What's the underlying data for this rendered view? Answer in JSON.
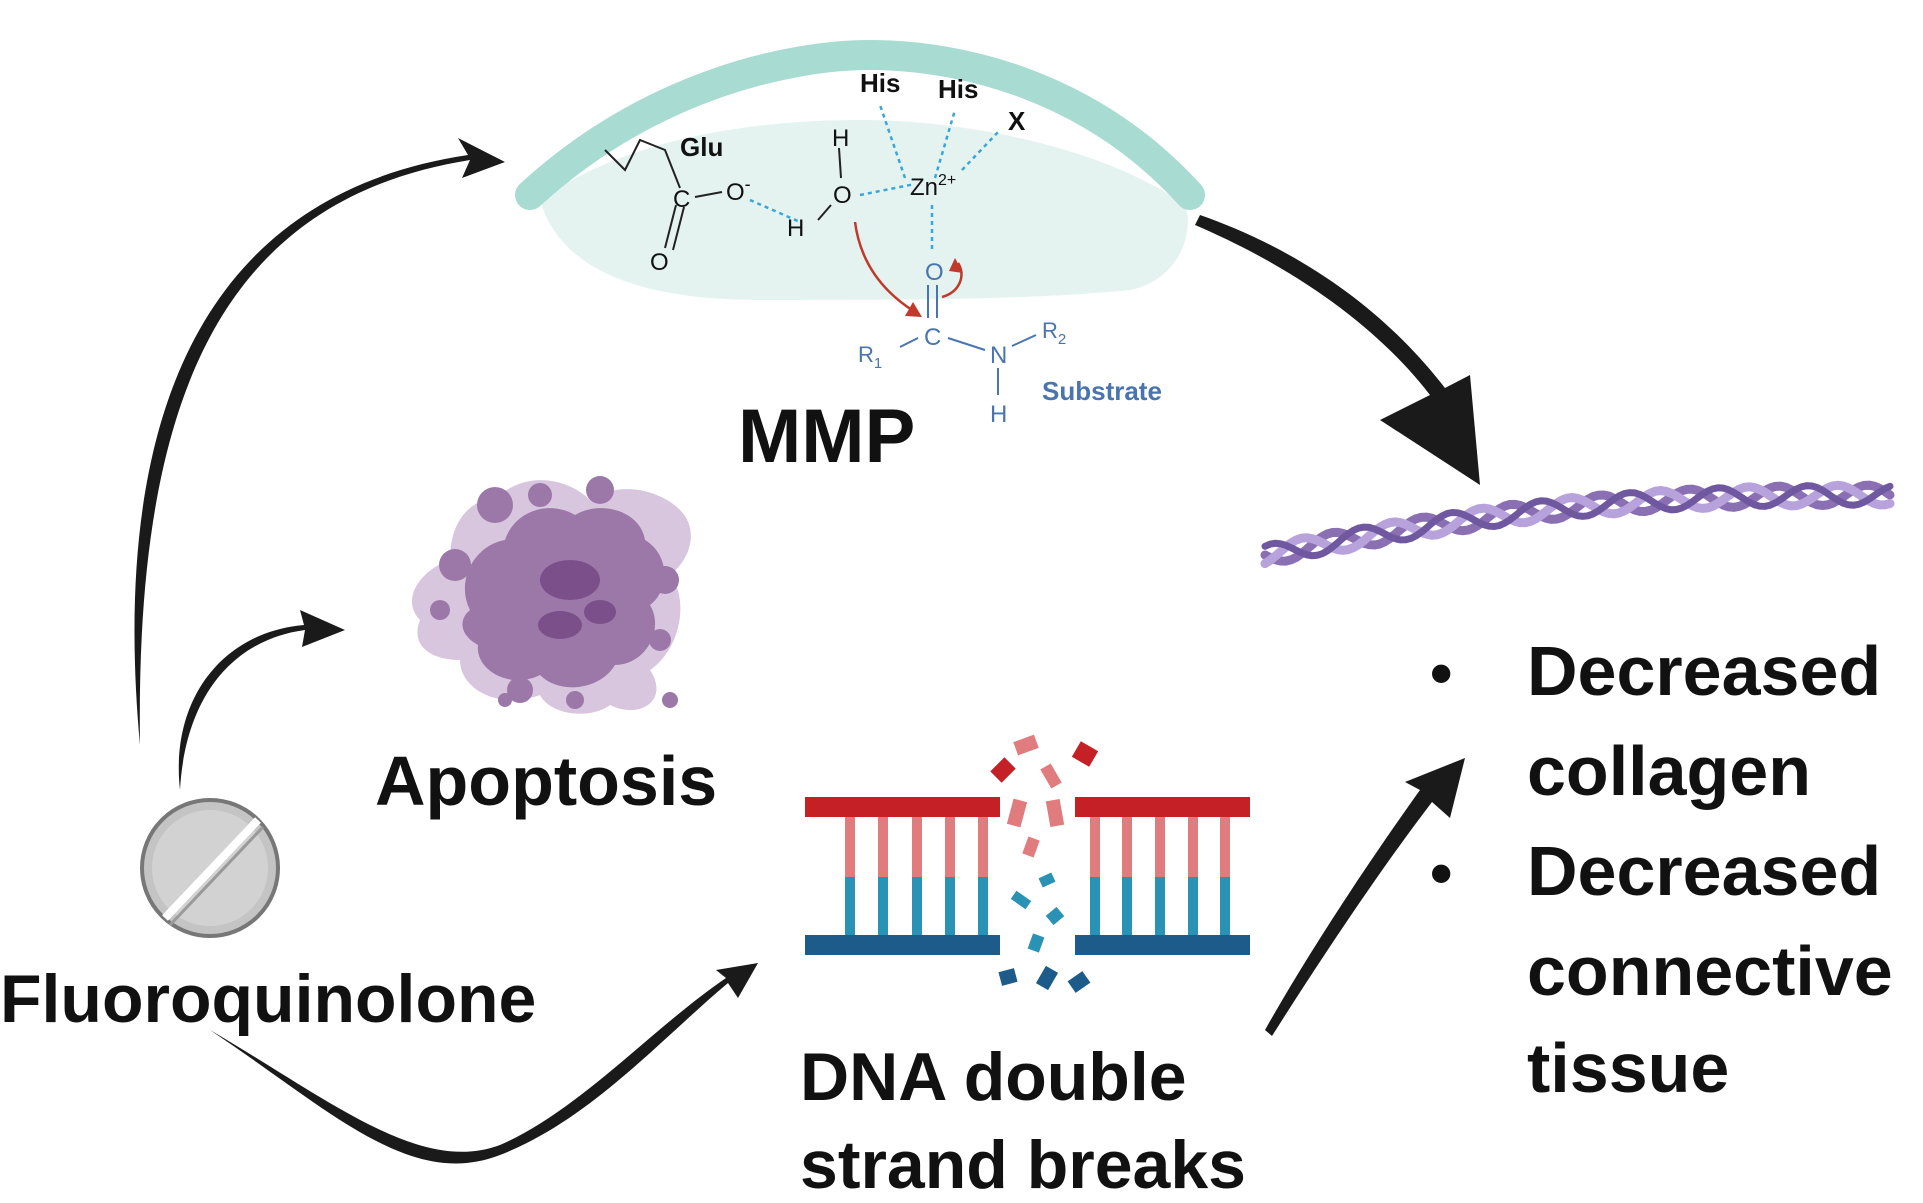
{
  "colors": {
    "arrow": "#1a1a1a",
    "enzyme_band": "#a8dcd2",
    "enzyme_fill": "#e4f3ef",
    "bond": "#222222",
    "dotted": "#3aa6d8",
    "substrate": "#4a74b0",
    "reaction_arrow": "#c0392b",
    "dna_red": "#c42026",
    "dna_pink": "#e07b7e",
    "dna_teal": "#2a92b4",
    "dna_navy": "#1d5c8a",
    "cell": "#9c78a8",
    "collagen_a": "#8a6fb3",
    "collagen_b": "#b8a2dc",
    "pill": "#bdbdbd"
  },
  "labels": {
    "mmp": "MMP",
    "apoptosis": "Apoptosis",
    "drug": "Fluoroquinolone",
    "dna_line1": "DNA double",
    "dna_line2": "strand breaks"
  },
  "chemistry": {
    "glu": "Glu",
    "his1": "His",
    "his2": "His",
    "x": "X",
    "zinc": "Zn",
    "zinc_charge": "2+",
    "carboxyl_c": "C",
    "carboxyl_o_minus": "O",
    "minus": "-",
    "carboxyl_o": "O",
    "water_h_top": "H",
    "water_o": "O",
    "water_h_left": "H",
    "substrate_o": "O",
    "substrate_c": "C",
    "substrate_n": "N",
    "substrate_h": "H",
    "r1": "R",
    "r1_sub": "1",
    "r2": "R",
    "r2_sub": "2",
    "substrate_label": "Substrate"
  },
  "outcomes": [
    {
      "bullet": "•",
      "line1": "Decreased",
      "line2": "collagen",
      "line3": ""
    },
    {
      "bullet": "•",
      "line1": "Decreased",
      "line2": "connective",
      "line3": "tissue"
    }
  ]
}
